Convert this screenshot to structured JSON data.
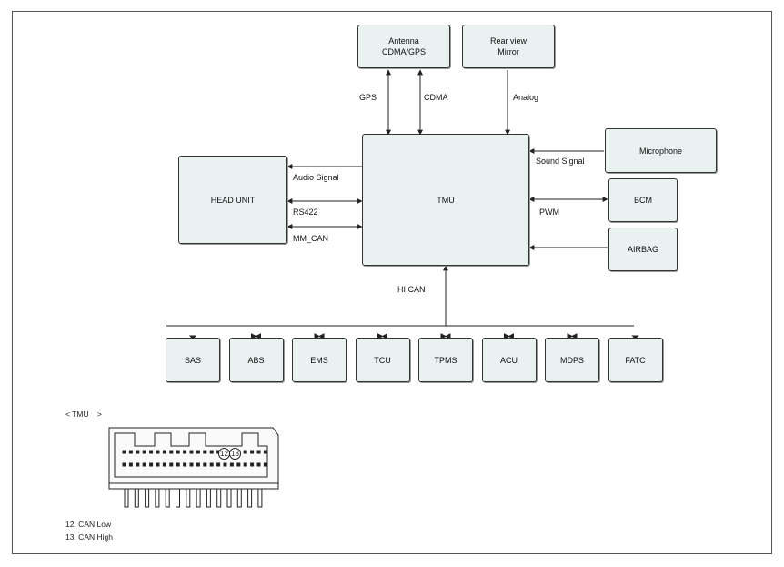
{
  "blocks": {
    "antenna": {
      "line1": "Antenna",
      "line2": "CDMA/GPS"
    },
    "mirror": {
      "line1": "Rear view",
      "line2": "Mirror"
    },
    "tmu": "TMU",
    "head_unit": "HEAD UNIT",
    "microphone": "Microphone",
    "bcm": "BCM",
    "airbag": "AIRBAG"
  },
  "can_nodes": [
    "SAS",
    "ABS",
    "EMS",
    "TCU",
    "TPMS",
    "ACU",
    "MDPS",
    "FATC"
  ],
  "signals": {
    "gps": "GPS",
    "cdma": "CDMA",
    "analog": "Analog",
    "sound_signal": "Sound Signal",
    "pwm": "PWM",
    "audio_signal": "Audio Signal",
    "rs422": "RS422",
    "mm_can": "MM_CAN",
    "hi_can": "HI CAN"
  },
  "connector": {
    "title": "< TMU    >",
    "pin_marks": [
      "12",
      "13"
    ],
    "legend": [
      "12. CAN Low",
      "13. CAN High"
    ]
  }
}
